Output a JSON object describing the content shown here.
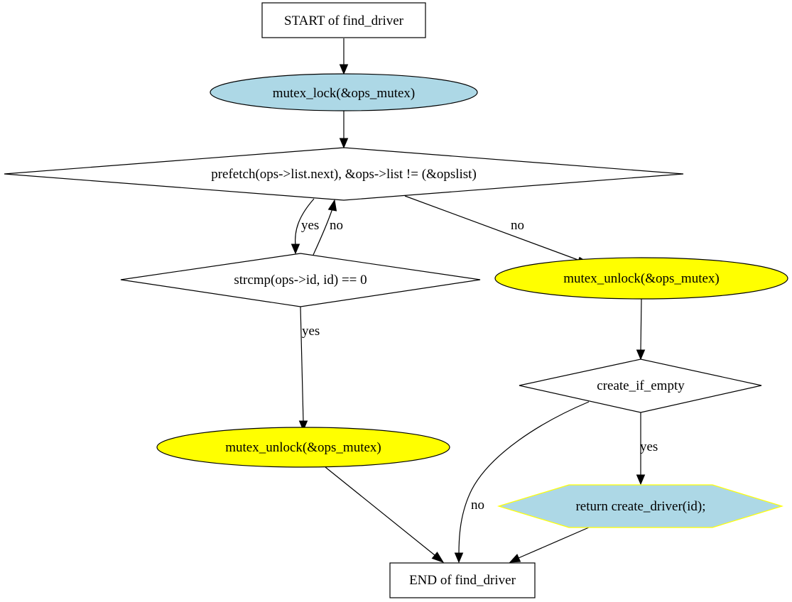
{
  "colors": {
    "background": "#ffffff",
    "stroke": "#000000",
    "lock_fill": "#add8e6",
    "unlock_fill": "#ffff00",
    "return_fill": "#add8e6",
    "return_border": "#ffff00"
  },
  "nodes": {
    "start": "START of find_driver",
    "mutex_lock": "mutex_lock(&ops_mutex)",
    "loop_condition": "prefetch(ops->list.next), &ops->list != (&opslist)",
    "strcmp_check": "strcmp(ops->id, id) == 0",
    "unlock_found": "mutex_unlock(&ops_mutex)",
    "unlock_not_found": "mutex_unlock(&ops_mutex)",
    "create_if_empty": "create_if_empty",
    "return_create": "return create_driver(id);",
    "end": "END of find_driver"
  },
  "edges": {
    "loop_yes": "yes",
    "strcmp_no": "no",
    "loop_no": "no",
    "strcmp_yes": "yes",
    "create_yes": "yes",
    "create_no": "no"
  }
}
